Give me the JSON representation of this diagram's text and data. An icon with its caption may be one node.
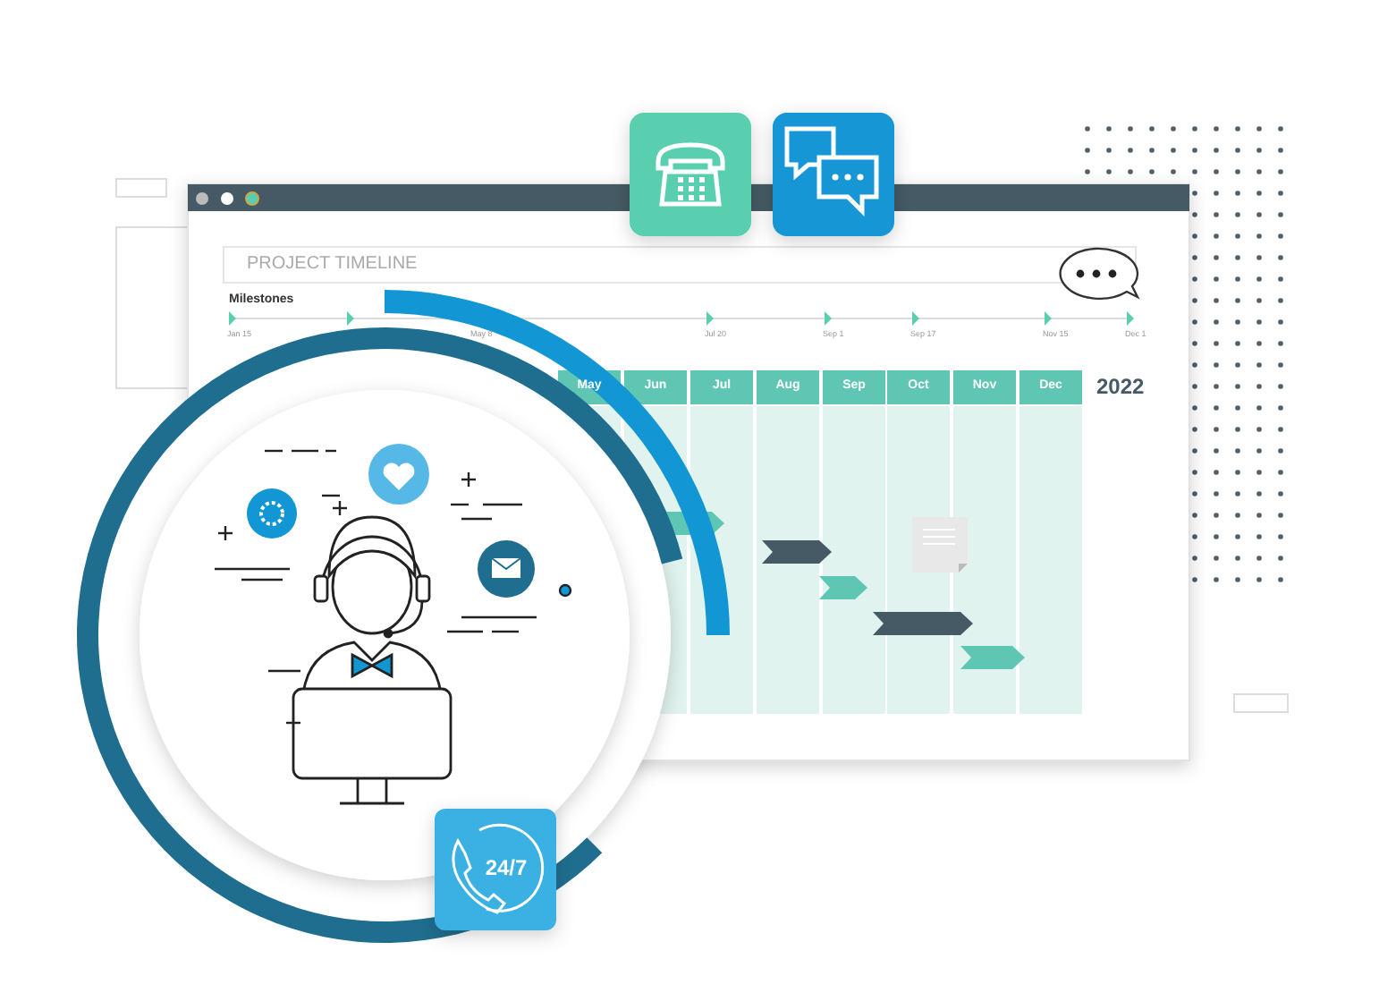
{
  "diagram": {
    "labels": [
      "PROJECT TIMELINE",
      "Milestones",
      "Jan 15",
      "May 8",
      "Jul 20",
      "Sep 1",
      "Sep 17",
      "Nov 15",
      "Dec 1",
      "May",
      "Jun",
      "Jul",
      "Aug",
      "Sep",
      "Oct",
      "Nov",
      "Dec",
      "2022",
      "24/7"
    ]
  }
}
